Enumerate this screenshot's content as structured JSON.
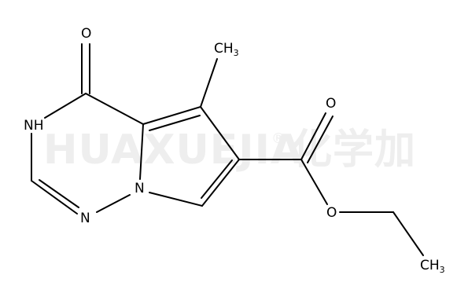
{
  "molecule": {
    "atoms": {
      "o_carbonyl": "O",
      "nh": "NH",
      "n_bridge": "N",
      "n_low": "N",
      "o_ester_double": "O",
      "o_ester_single": "O",
      "methyl": "CH3",
      "ethyl_ch3": "CH3"
    }
  },
  "watermark": {
    "text": "HUAXUEJIA",
    "registered": "®",
    "cjk": "化学加"
  }
}
